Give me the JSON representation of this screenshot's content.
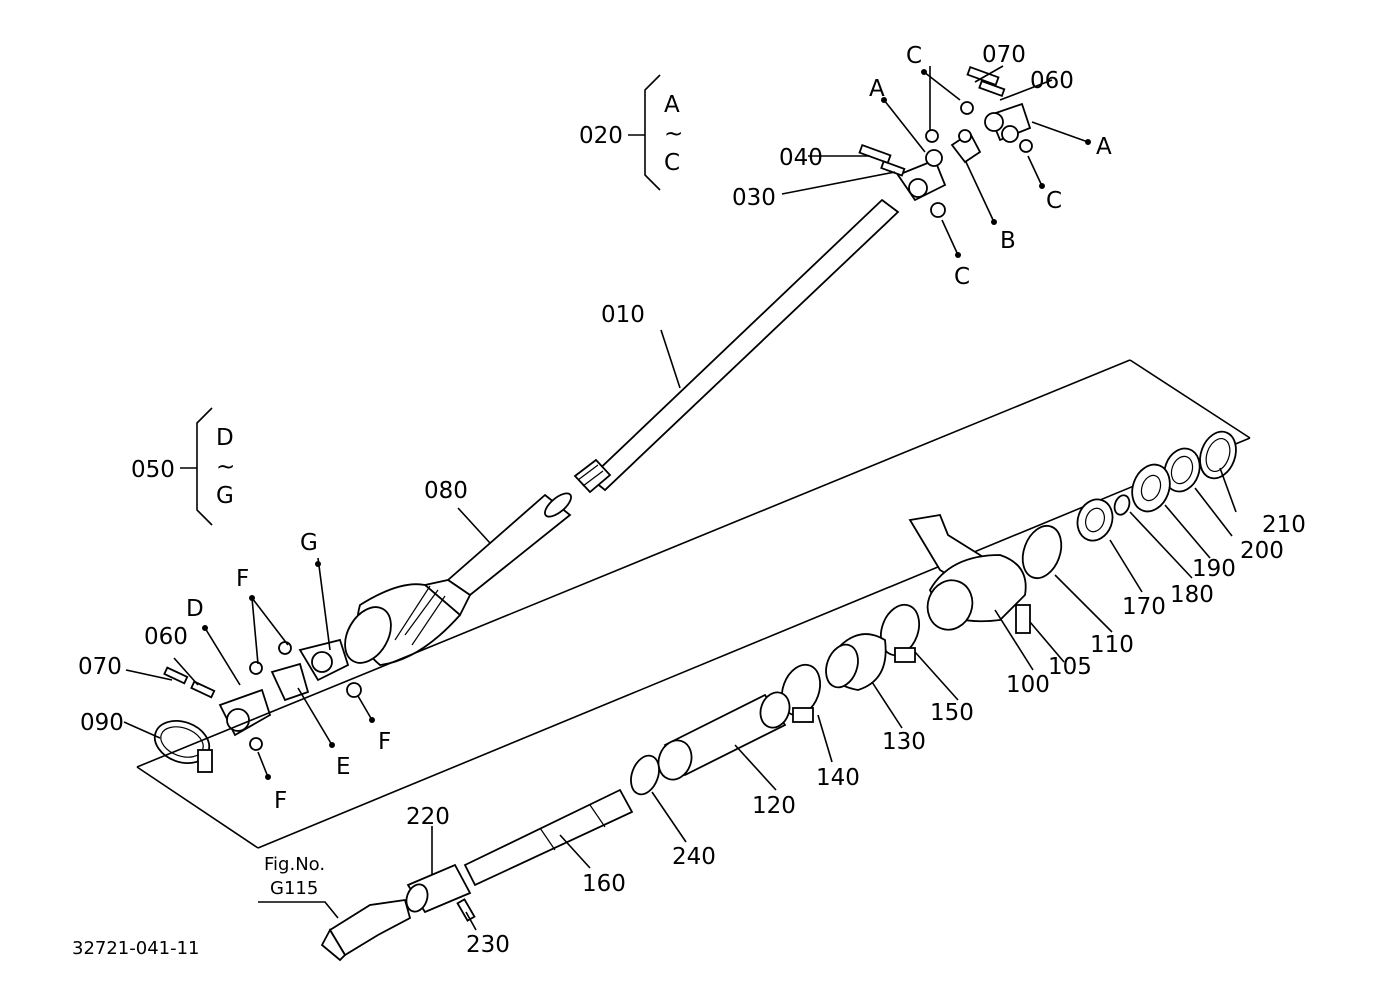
{
  "callouts": {
    "c010": "010",
    "c020": "020",
    "c030": "030",
    "c040": "040",
    "c050": "050",
    "c060_top": "060",
    "c070_top": "070",
    "c060_left": "060",
    "c070_left": "070",
    "c080": "080",
    "c090": "090",
    "c100": "100",
    "c105": "105",
    "c110": "110",
    "c120": "120",
    "c130": "130",
    "c140": "140",
    "c150": "150",
    "c160": "160",
    "c170": "170",
    "c180": "180",
    "c190": "190",
    "c200": "200",
    "c210": "210",
    "c220": "220",
    "c230": "230",
    "c240": "240"
  },
  "letters": {
    "A1": "A",
    "A2": "A",
    "B": "B",
    "C1": "C",
    "C2": "C",
    "C3": "C",
    "D": "D",
    "E": "E",
    "F1": "F",
    "F2": "F",
    "F3": "F",
    "G": "G"
  },
  "ranges": {
    "r020_start": "A",
    "r020_tilde": "~",
    "r020_end": "C",
    "r050_start": "D",
    "r050_tilde": "~",
    "r050_end": "G"
  },
  "reference": {
    "fig_label": "Fig.No.",
    "fig_number": "G115"
  },
  "drawing_number": "32721-041-11"
}
